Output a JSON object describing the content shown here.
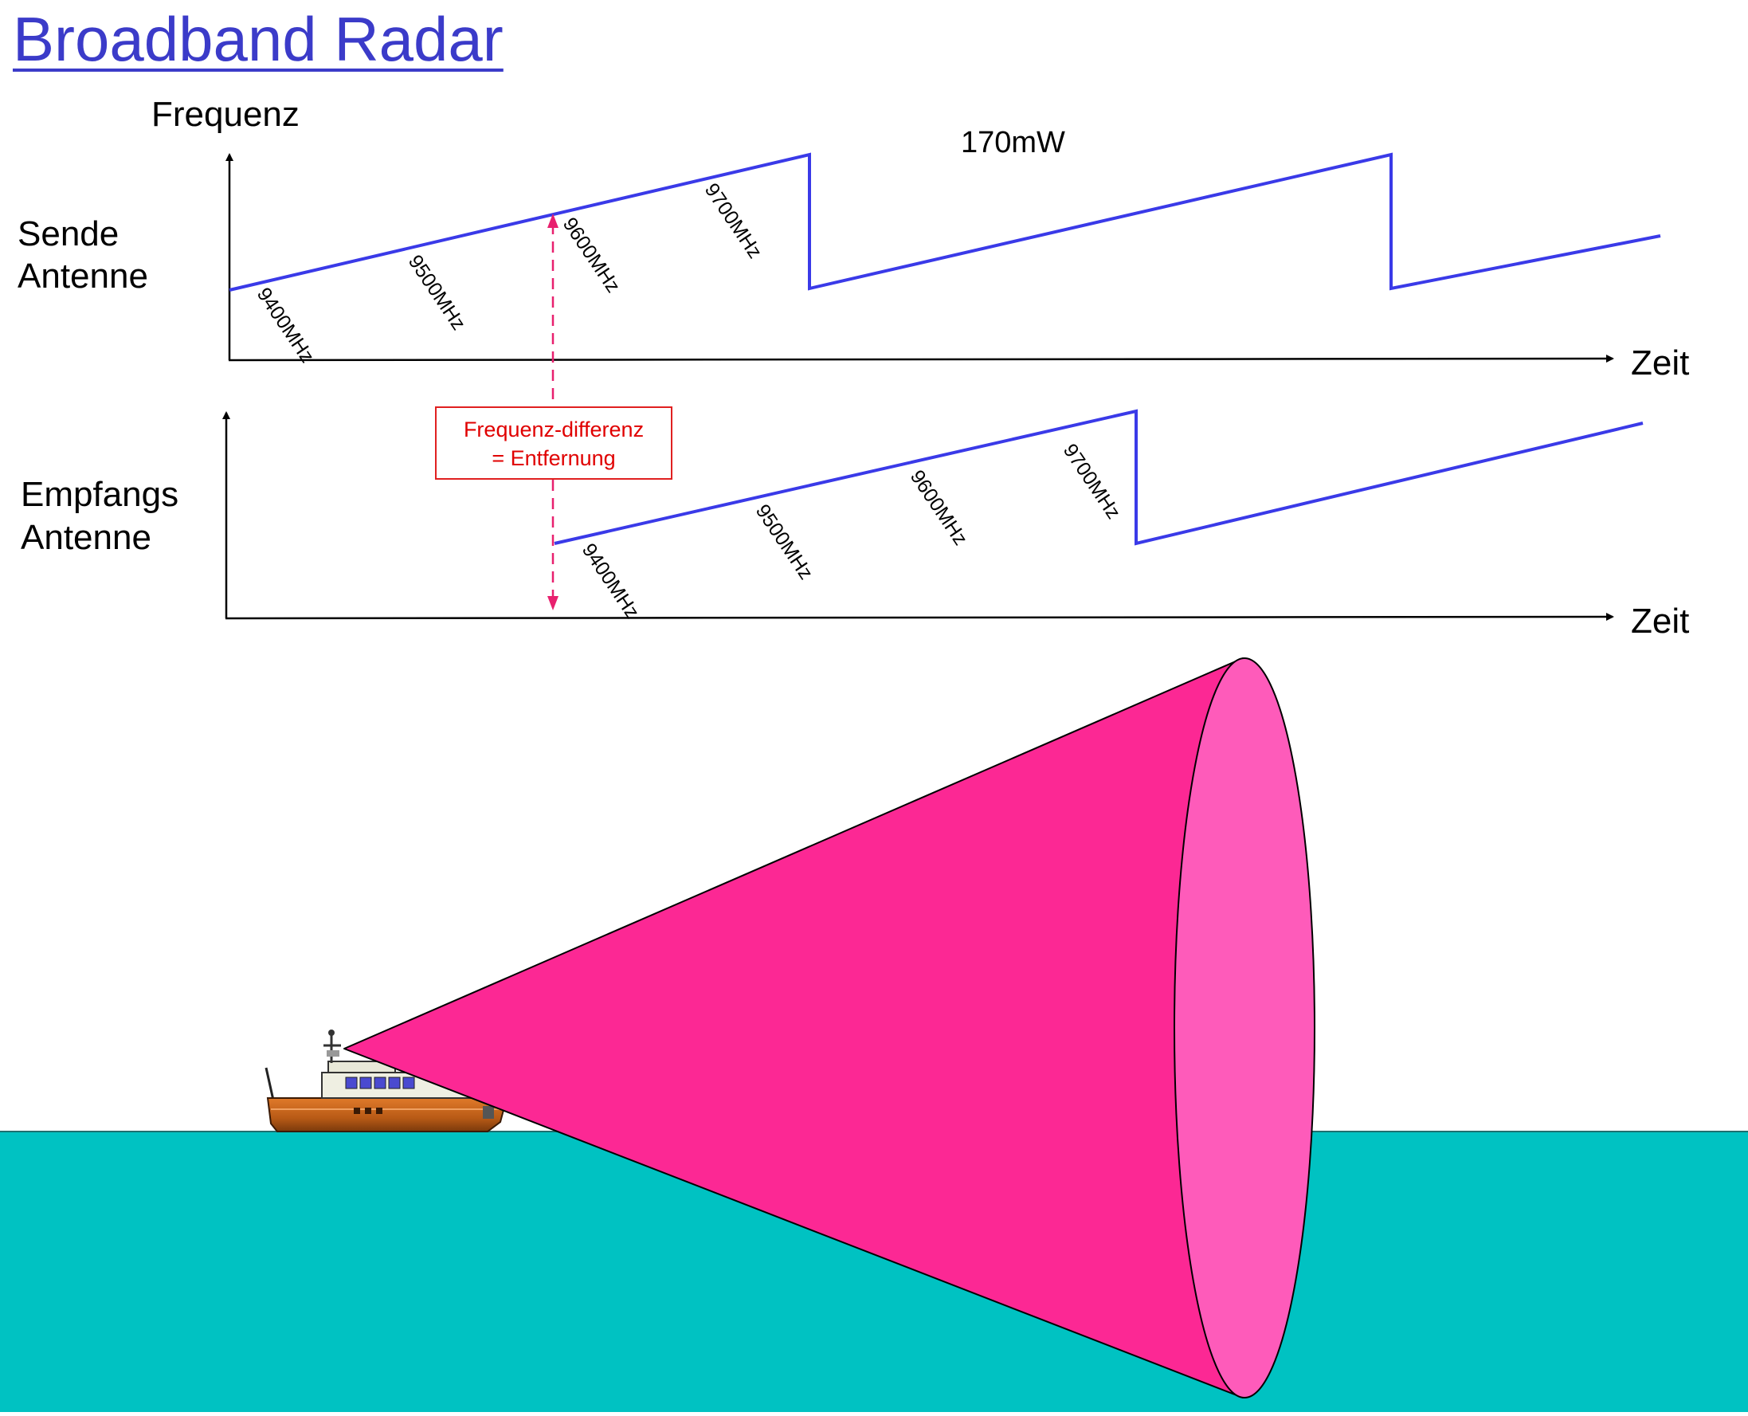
{
  "title": "Broadband Radar",
  "y_axis_label": "Frequenz",
  "power_label": "170mW",
  "transmit": {
    "label_line1": "Sende",
    "label_line2": "Antenne",
    "x_axis_label": "Zeit",
    "freq_labels": [
      "9400MHz",
      "9500MHz",
      "9600MHz",
      "9700MHz"
    ]
  },
  "receive": {
    "label_line1": "Empfangs",
    "label_line2": "Antenne",
    "x_axis_label": "Zeit",
    "freq_labels": [
      "9400MHz",
      "9500MHz",
      "9600MHz",
      "9700MHz"
    ]
  },
  "difference_box": {
    "line1": "Frequenz-differenz",
    "line2": "= Entfernung"
  },
  "colors": {
    "title": "#3b3bc9",
    "chirp_line": "#3a3ae8",
    "difference_arrow": "#e8206e",
    "callout_text": "#e00000",
    "beam": "#fc2894",
    "beam_face": "#fe5bba",
    "sea": "#00c2c2",
    "hull": "#c8641a"
  }
}
